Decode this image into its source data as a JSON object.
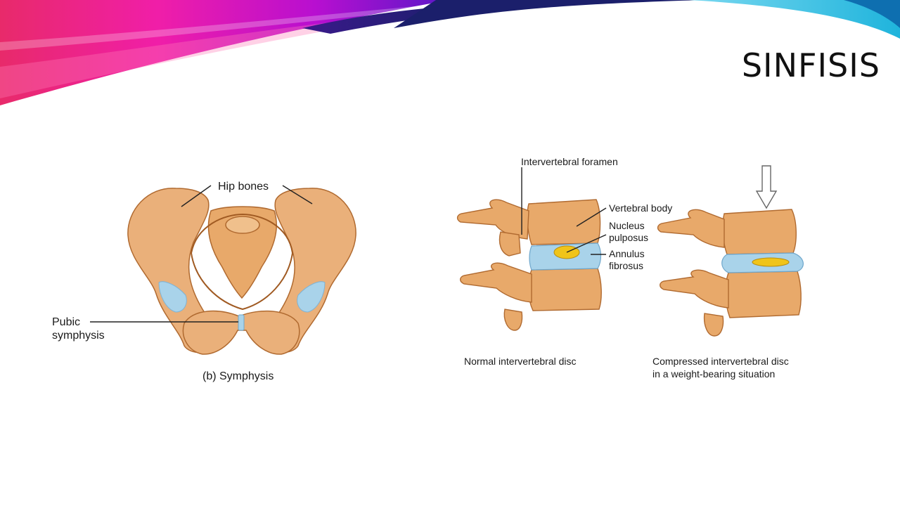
{
  "slide": {
    "title": "SINFISIS"
  },
  "pelvis_figure": {
    "label_hip_bones": "Hip bones",
    "label_pubic_line1": "Pubic",
    "label_pubic_line2": "symphysis",
    "caption": "(b) Symphysis"
  },
  "spine_figure": {
    "label_foramen": "Intervertebral foramen",
    "label_body": "Vertebral body",
    "label_nucleus_line1": "Nucleus",
    "label_nucleus_line2": "pulposus",
    "label_annulus_line1": "Annulus",
    "label_annulus_line2": "fibrosus",
    "caption_normal": "Normal intervertebral disc",
    "caption_compressed_line1": "Compressed intervertebral disc",
    "caption_compressed_line2": "in a weight-bearing situation"
  },
  "colors": {
    "bone": "#e8a96a",
    "bone_dark": "#c98246",
    "cartilage": "#a9d3ea",
    "nucleus": "#f0c419",
    "banner_magenta": "#e0138c",
    "banner_navy": "#1b1f6b",
    "banner_cyan": "#1fb4dc"
  }
}
